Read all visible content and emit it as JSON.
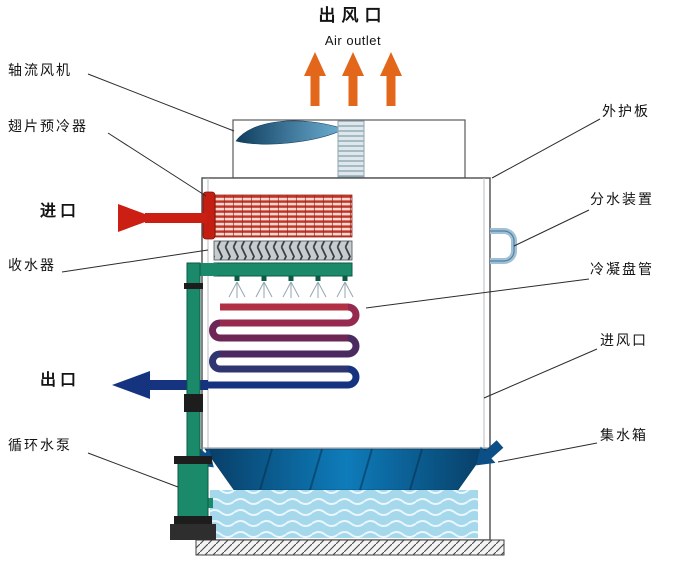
{
  "labels": {
    "air_outlet_cn": "出风口",
    "air_outlet_en": "Air outlet",
    "axial_fan": "轴流风机",
    "fin_precooler": "翅片预冷器",
    "inlet": "进口",
    "drift_eliminator": "收水器",
    "outlet": "出口",
    "circulating_pump": "循环水泵",
    "outer_panel": "外护板",
    "water_distributor": "分水装置",
    "condensing_coil": "冷凝盘管",
    "air_inlet": "进风口",
    "water_tank": "集水箱"
  },
  "colors": {
    "air_arrow_orange": "#e2671b",
    "inlet_red": "#cc1f14",
    "outlet_navy": "#16337f",
    "pipe_green": "#1b8a6b",
    "basin_arrow_blue": "#0b4f86",
    "coil_red": "#b23044",
    "water_light_blue": "#a6d8ec"
  }
}
